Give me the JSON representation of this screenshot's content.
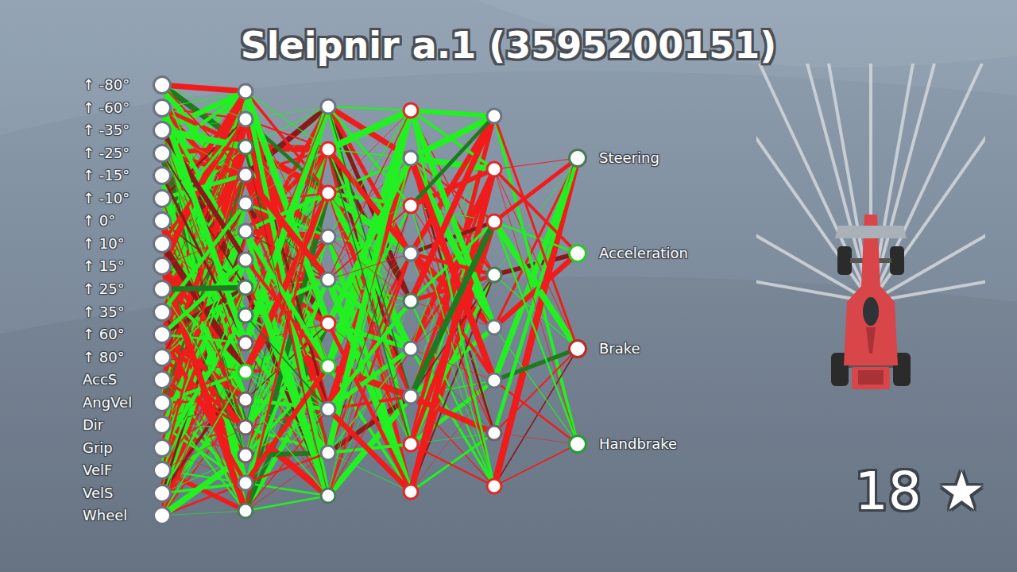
{
  "diagram": {
    "title": "Sleipnir a.1 (3595200151)",
    "nodes": [
      {
        "text": [
          "↑ -80°"
        ]
      },
      {
        "text": [
          "↑ -60°"
        ]
      },
      {
        "text": [
          "↑ -35°"
        ]
      },
      {
        "text": [
          "↑ -25°"
        ]
      },
      {
        "text": [
          "↑ -15°"
        ]
      },
      {
        "text": [
          "↑ -10°"
        ]
      },
      {
        "text": [
          "↑ 0°"
        ]
      },
      {
        "text": [
          "↑ 10°"
        ]
      },
      {
        "text": [
          "↑ 15°"
        ]
      },
      {
        "text": [
          "↑ 25°"
        ]
      },
      {
        "text": [
          "↑ 35°"
        ]
      },
      {
        "text": [
          "↑ 60°"
        ]
      },
      {
        "text": [
          "↑ 80°"
        ]
      },
      {
        "text": [
          "AccS"
        ]
      },
      {
        "text": [
          "AngVel"
        ]
      },
      {
        "text": [
          "Dir"
        ]
      },
      {
        "text": [
          "Grip"
        ]
      },
      {
        "text": [
          "VelF"
        ]
      },
      {
        "text": [
          "VelS"
        ]
      },
      {
        "text": [
          "Wheel"
        ]
      },
      {
        "text": [
          "Steering"
        ]
      },
      {
        "text": [
          "Acceleration"
        ]
      },
      {
        "text": [
          "Brake"
        ]
      },
      {
        "text": [
          "Handbrake"
        ]
      }
    ],
    "labels": [
      "18 ★"
    ]
  }
}
